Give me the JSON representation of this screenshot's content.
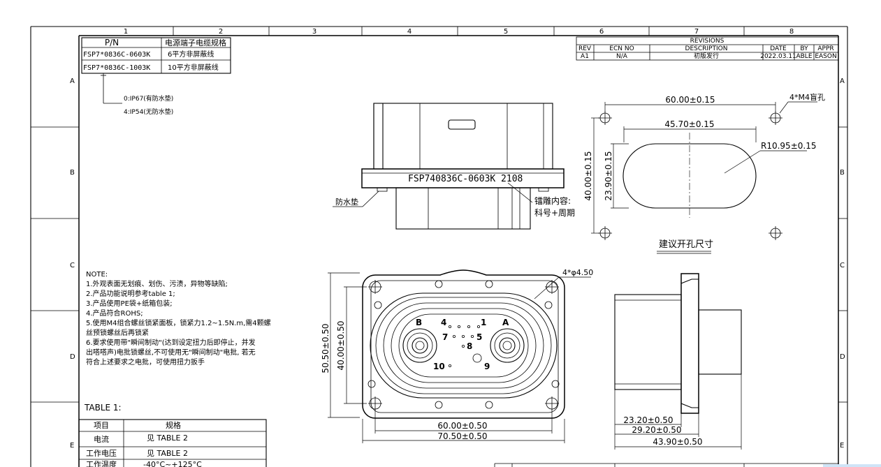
{
  "border": {
    "columns": [
      "1",
      "2",
      "3",
      "4",
      "5",
      "6",
      "7",
      "8"
    ],
    "rows": [
      "A",
      "B",
      "C",
      "D",
      "E"
    ]
  },
  "pn_table": {
    "header_pn": "P/N",
    "header_spec": "电源端子电缆规格",
    "rows": [
      {
        "pn": "FSP7*0836C-0603K",
        "spec": "6平方非屏蔽线"
      },
      {
        "pn": "FSP7*0836C-1003K",
        "spec": "10平方非屏蔽线"
      }
    ],
    "callout_0": "0:IP67(有防水垫)",
    "callout_4": "4:IP54(无防水垫)"
  },
  "revisions": {
    "title": "REVISIONS",
    "headers": [
      "REV",
      "ECN NO",
      "DESCRIPTION",
      "DATE",
      "BY",
      "APPR"
    ],
    "row": [
      "A1",
      "N/A",
      "初版发行",
      "2022.03.11",
      "ABLE",
      "EASON"
    ]
  },
  "front_view": {
    "marking": "FSP740836C-0603K  2108",
    "gasket_label": "防水垫",
    "engrave_label_1": "镭雕内容:",
    "engrave_label_2": "科号+周期"
  },
  "cutout": {
    "dim_60": "60.00±0.15",
    "dim_4570": "45.70±0.15",
    "dim_radius": "R10.95±0.15",
    "dim_4000": "40.00±0.15",
    "dim_2390": "23.90±0.15",
    "hole_note": "4*M4盲孔",
    "title": "建议开孔尺寸"
  },
  "face_view": {
    "hole_note": "4*φ4.50",
    "dim_5050": "50.50±0.50",
    "dim_4000": "40.00±0.50",
    "dim_6000": "60.00±0.50",
    "dim_7050": "70.50±0.50",
    "label_b": "B",
    "label_a": "A",
    "pins": [
      "1",
      "4",
      "5",
      "7",
      "8",
      "9",
      "10"
    ]
  },
  "side_view": {
    "dim_2320": "23.20±0.50",
    "dim_2920": "29.20±0.50",
    "dim_4390": "43.90±0.50"
  },
  "notes": {
    "title": "NOTE:",
    "lines": [
      "1.外观表面无划痕、划伤、污渍，异物等缺陷;",
      "2.产品功能说明参考table 1;",
      "3.产品使用PE袋+纸箱包装;",
      "4.产品符合ROHS;",
      "5.使用M4组合螺丝锁紧面板，锁紧力1.2~1.5N.m,需4颗螺",
      "丝预锁螺丝后再锁紧",
      "6.要求使用带\"瞬间制动\"(达到设定扭力后即停止，并发",
      "出嗒嗒声)电批锁螺丝,不可使用无\"瞬间制动\"电批, 若无",
      "符合上述要求之电批，可使用扭力扳手"
    ]
  },
  "table1": {
    "title": "TABLE 1:",
    "headers": [
      "项目",
      "规格"
    ],
    "rows": [
      [
        "电流",
        "见 TABLE 2"
      ],
      [
        "工作电压",
        "见 TABLE 2"
      ],
      [
        "工作温度",
        "-40°C~+125°C"
      ]
    ]
  }
}
